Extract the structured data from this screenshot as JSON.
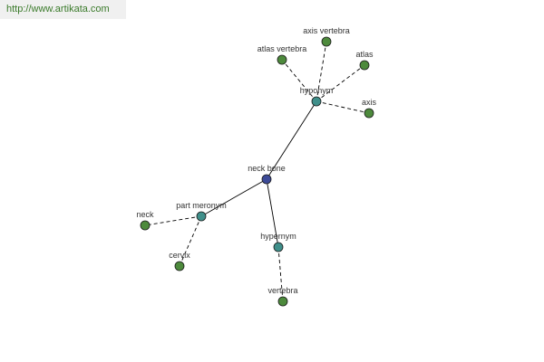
{
  "credit": {
    "text": "http://www.artikata.com"
  },
  "colors": {
    "root": "#3c4a98",
    "relation": "#3f8f8a",
    "leaf": "#4d8a3c",
    "edge": "#000000"
  },
  "graph": {
    "root": {
      "label": "neck bone"
    },
    "relations": [
      {
        "id": "hyponym",
        "label": "hyponym",
        "children": [
          {
            "label": "atlas vertebra"
          },
          {
            "label": "axis vertebra"
          },
          {
            "label": "atlas"
          },
          {
            "label": "axis"
          }
        ]
      },
      {
        "id": "part-meronym",
        "label": "part meronym",
        "children": [
          {
            "label": "neck"
          },
          {
            "label": "cervix"
          }
        ]
      },
      {
        "id": "hypernym",
        "label": "hypernym",
        "children": [
          {
            "label": "vertebra"
          }
        ]
      }
    ]
  }
}
